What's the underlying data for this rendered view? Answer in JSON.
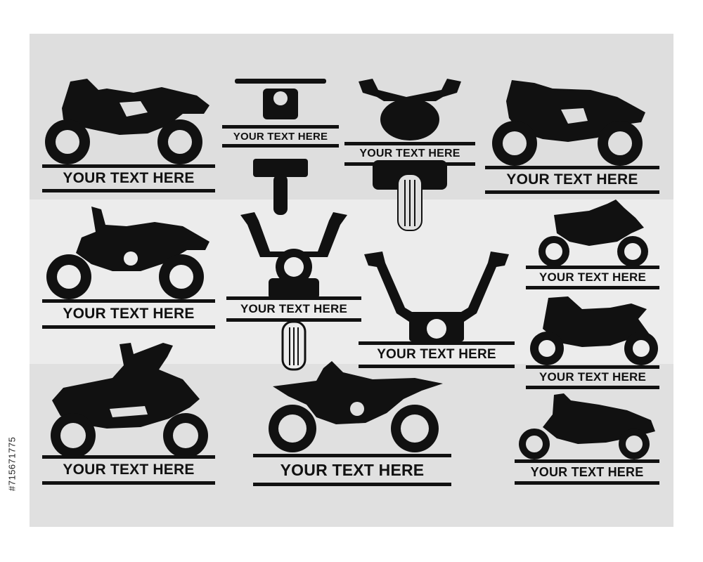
{
  "stock_id": "#715671775",
  "colors": {
    "ink": "#111111",
    "band_top": "#dedede",
    "band_mid": "#ececec",
    "band_bottom": "#e0e0e0",
    "page": "#ffffff"
  },
  "designs": [
    {
      "label": "YOUR TEXT HERE",
      "bike": "sport-bike-side-icon"
    },
    {
      "label": "YOUR TEXT HERE",
      "bike": "motorcycle-front-icon"
    },
    {
      "label": "YOUR TEXT HERE",
      "bike": "motorcycle-rear-icon"
    },
    {
      "label": "YOUR TEXT HERE",
      "bike": "sport-bike-side-icon"
    },
    {
      "label": "YOUR TEXT HERE",
      "bike": "naked-bike-side-icon"
    },
    {
      "label": "YOUR TEXT HERE",
      "bike": "chopper-front-icon"
    },
    {
      "label": "YOUR TEXT HERE",
      "bike": "ape-hanger-front-icon"
    },
    {
      "label": "YOUR TEXT HERE",
      "bike": "dirt-bike-side-icon"
    },
    {
      "label": "YOUR TEXT HERE",
      "bike": "sport-bike-side-icon"
    },
    {
      "label": "YOUR TEXT HERE",
      "bike": "cruiser-side-icon"
    },
    {
      "label": "YOUR TEXT HERE",
      "bike": "dirt-bike-side-icon"
    },
    {
      "label": "YOUR TEXT HERE",
      "bike": "cruiser-side-icon"
    }
  ]
}
